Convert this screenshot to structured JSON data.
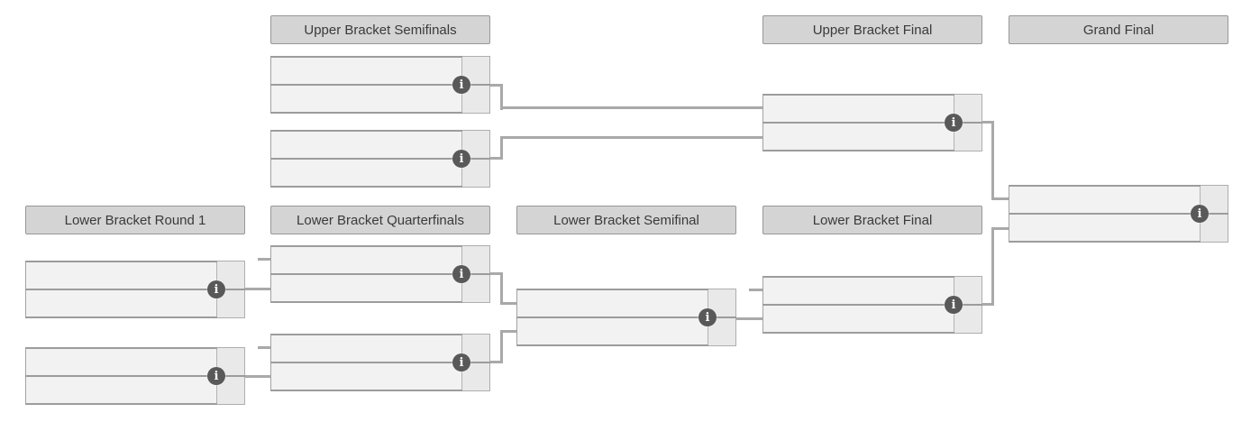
{
  "rounds": [
    {
      "id": "upper-bracket-semifinals",
      "label": "Upper Bracket Semifinals"
    },
    {
      "id": "upper-bracket-final",
      "label": "Upper Bracket Final"
    },
    {
      "id": "grand-final",
      "label": "Grand Final"
    },
    {
      "id": "lower-bracket-round-1",
      "label": "Lower Bracket Round 1"
    },
    {
      "id": "lower-bracket-quarterfinals",
      "label": "Lower Bracket Quarterfinals"
    },
    {
      "id": "lower-bracket-semifinal",
      "label": "Lower Bracket Semifinal"
    },
    {
      "id": "lower-bracket-final",
      "label": "Lower Bracket Final"
    }
  ],
  "matches": [
    {
      "id": "upper-bracket-semifinal-1",
      "round": "Upper Bracket Semifinals",
      "team1": "",
      "team2": "",
      "score1": "",
      "score2": ""
    },
    {
      "id": "upper-bracket-semifinal-2",
      "round": "Upper Bracket Semifinals",
      "team1": "",
      "team2": "",
      "score1": "",
      "score2": ""
    },
    {
      "id": "upper-bracket-final",
      "round": "Upper Bracket Final",
      "team1": "",
      "team2": "",
      "score1": "",
      "score2": ""
    },
    {
      "id": "grand-final",
      "round": "Grand Final",
      "team1": "",
      "team2": "",
      "score1": "",
      "score2": ""
    },
    {
      "id": "lower-bracket-round-1-match-1",
      "round": "Lower Bracket Round 1",
      "team1": "",
      "team2": "",
      "score1": "",
      "score2": ""
    },
    {
      "id": "lower-bracket-round-1-match-2",
      "round": "Lower Bracket Round 1",
      "team1": "",
      "team2": "",
      "score1": "",
      "score2": ""
    },
    {
      "id": "lower-bracket-quarterfinal-1",
      "round": "Lower Bracket Quarterfinals",
      "team1": "",
      "team2": "",
      "score1": "",
      "score2": ""
    },
    {
      "id": "lower-bracket-quarterfinal-2",
      "round": "Lower Bracket Quarterfinals",
      "team1": "",
      "team2": "",
      "score1": "",
      "score2": ""
    },
    {
      "id": "lower-bracket-semifinal",
      "round": "Lower Bracket Semifinal",
      "team1": "",
      "team2": "",
      "score1": "",
      "score2": ""
    },
    {
      "id": "lower-bracket-final",
      "round": "Lower Bracket Final",
      "team1": "",
      "team2": "",
      "score1": "",
      "score2": ""
    }
  ],
  "icons": {
    "info": {
      "name": "info-icon",
      "glyph": "i"
    }
  },
  "colors": {
    "page_bg": "#ffffff",
    "header_bg": "#d4d4d4",
    "header_border": "#979797",
    "header_text": "#3a3a3a",
    "match_bg": "#f2f2f2",
    "score_bg": "#e9e9e9",
    "match_border": "#9c9c9c",
    "connector": "#a9a9a9",
    "info_icon_bg": "#595959",
    "info_icon_text": "#ffffff"
  }
}
